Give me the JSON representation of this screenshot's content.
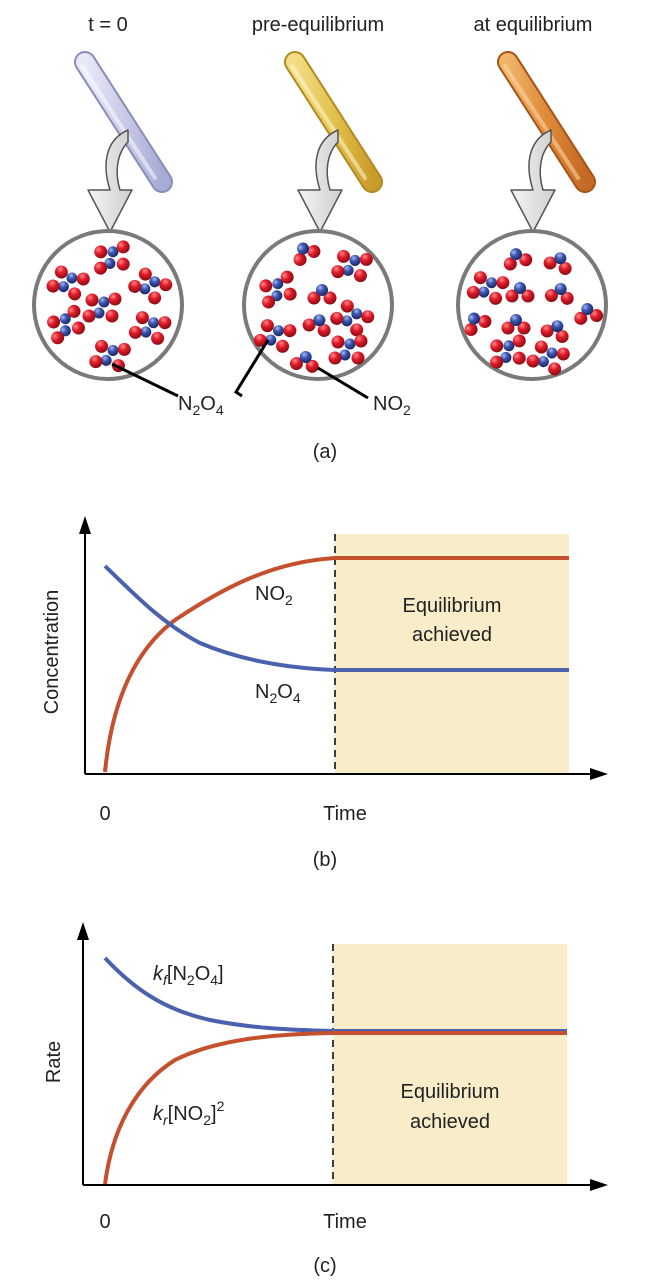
{
  "panel_a": {
    "stages": [
      {
        "title": "t = 0",
        "tube_color": "#c9cbe8"
      },
      {
        "title": "pre-equilibrium",
        "tube_color": "#e3c24f"
      },
      {
        "title": "at equilibrium",
        "tube_color": "#de8a3a"
      }
    ],
    "label_n2o4": {
      "main": "N",
      "sub1": "2",
      "mid": "O",
      "sub2": "4"
    },
    "label_no2": {
      "main": "NO",
      "sub": "2"
    },
    "caption": "(a)"
  },
  "panel_b": {
    "ylabel": "Concentration",
    "xlabel": "Time",
    "origin": "0",
    "series_no2": {
      "main": "NO",
      "sub": "2"
    },
    "series_n2o4": {
      "main": "N",
      "sub1": "2",
      "mid": "O",
      "sub2": "4"
    },
    "region_line1": "Equilibrium",
    "region_line2": "achieved",
    "caption": "(b)"
  },
  "panel_c": {
    "ylabel": "Rate",
    "xlabel": "Time",
    "origin": "0",
    "forward": {
      "k": "k",
      "ksub": "f",
      "open": "[N",
      "sub1": "2",
      "mid": "O",
      "sub2": "4",
      "close": "]"
    },
    "reverse": {
      "k": "k",
      "ksub": "r",
      "open": "[NO",
      "sub1": "2",
      "close": "]",
      "sup": "2"
    },
    "region_line1": "Equilibrium",
    "region_line2": "achieved",
    "caption": "(c)"
  },
  "colors": {
    "oxygen": "#e21c2a",
    "nitrogen": "#3a56b0",
    "no2_curve": "#c4502e",
    "n2o4_curve": "#4a62ad",
    "equilibrium_region": "#f8ecc9"
  }
}
